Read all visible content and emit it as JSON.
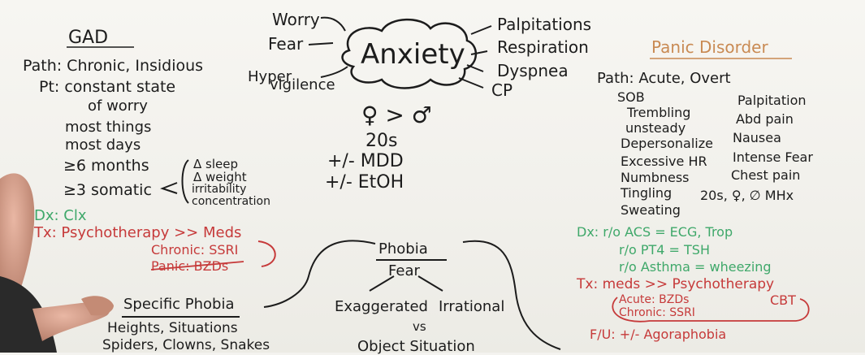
{
  "center": {
    "title": "Anxiety",
    "left_triggers": [
      "Worry",
      "Fear",
      "Hyper",
      "vigilence"
    ],
    "right_triggers": [
      "Palpitations",
      "Respiration",
      "Dyspnea",
      "CP"
    ],
    "gender_ratio": "♀ > ♂",
    "age": "20s",
    "comorbid_1": "+/- MDD",
    "comorbid_2": "+/- EtOH"
  },
  "gad": {
    "title": "GAD",
    "path": "Path: Chronic, Insidious",
    "pt_1": "Pt: constant state",
    "pt_2": "of worry",
    "pt_3": "most things",
    "pt_4": "most days",
    "duration": "≥6 months",
    "somatic": "≥3 somatic",
    "somatic_list": [
      "Δ sleep",
      "Δ weight",
      "irritability",
      "concentration"
    ],
    "dx": "Dx: Clx",
    "tx": "Tx: Psychotherapy >> Meds",
    "chronic": "Chronic: SSRI",
    "panic": "Panic: BZDs"
  },
  "panic": {
    "title": "Panic Disorder",
    "path": "Path: Acute, Overt",
    "symptoms_left": [
      "SOB",
      "Trembling",
      "unsteady",
      "Depersonalize",
      "Excessive HR",
      "Numbness",
      "Tingling",
      "Sweating"
    ],
    "symptoms_right": [
      "Palpitation",
      "Abd pain",
      "Nausea",
      "Intense Fear",
      "Chest pain"
    ],
    "demographic": "20s, ♀, ∅ MHx",
    "dx_1": "Dx: r/o ACS = ECG, Trop",
    "dx_2": "r/o PT4 = TSH",
    "dx_3": "r/o Asthma = wheezing",
    "tx": "Tx: meds >> Psychotherapy",
    "acute": "Acute: BZDs",
    "chronic": "Chronic: SSRI",
    "cbt": "CBT",
    "agoraphobia": "F/U: +/- Agoraphobia"
  },
  "phobia": {
    "title": "Phobia",
    "fear": "Fear",
    "exaggerated": "Exaggerated",
    "irrational": "Irrational",
    "vs": "vs",
    "object_situation": "Object Situation",
    "specific": "Specific Phobia",
    "specific_1": "Heights, Situations",
    "specific_2": "Spiders, Clowns, Snakes"
  },
  "colors": {
    "marker_black": "#1c1c1c",
    "marker_red": "#c63a3a",
    "marker_green": "#3fa86a",
    "marker_orange": "#c98a53"
  }
}
